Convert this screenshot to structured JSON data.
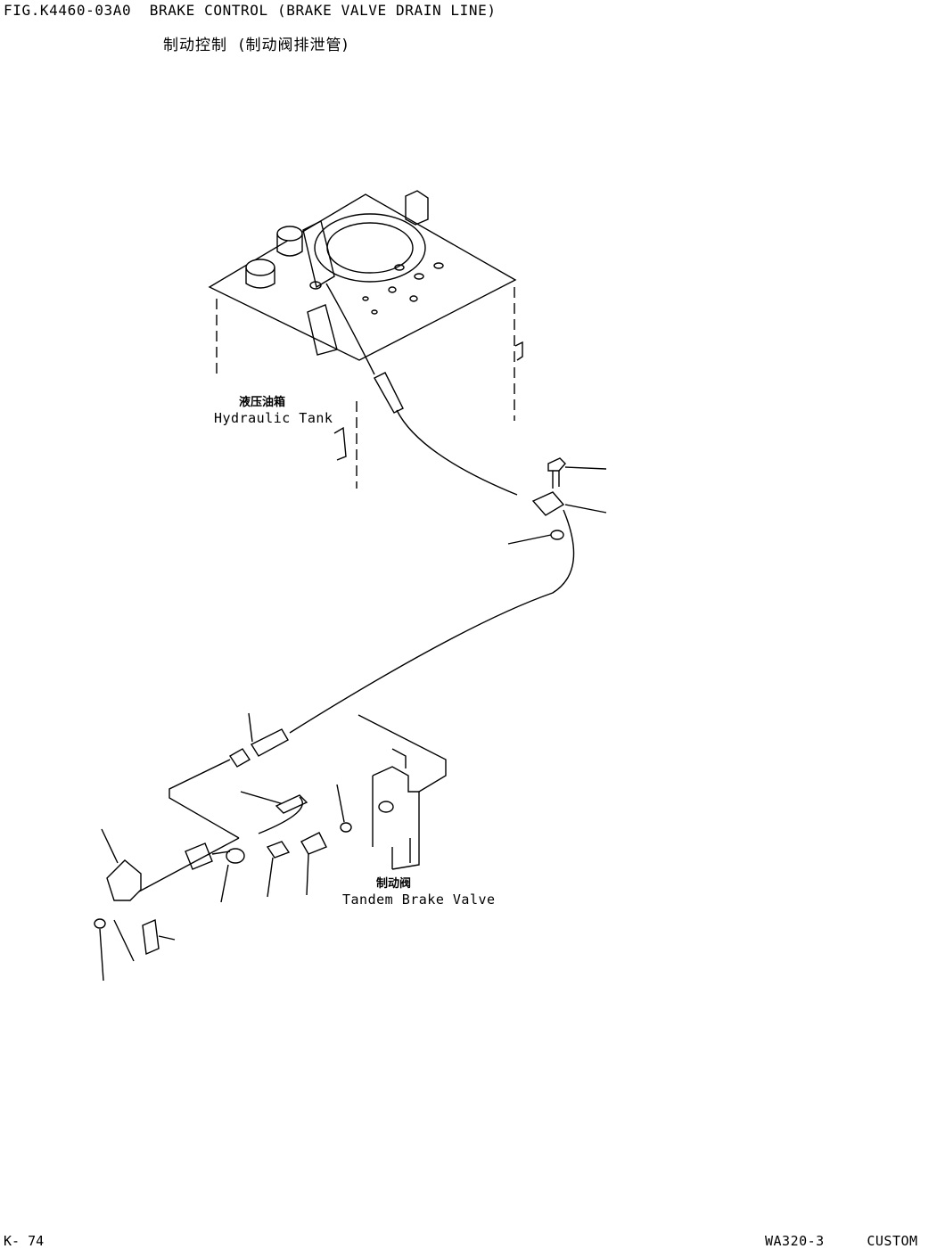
{
  "header": {
    "title_en": "FIG.K4460-03A0  BRAKE CONTROL (BRAKE VALVE DRAIN LINE)",
    "title_cn": "制动控制  (制动阀排泄管)"
  },
  "labels": {
    "hydraulic_tank_cn": "液压油箱",
    "hydraulic_tank_en": "Hydraulic Tank",
    "brake_valve_cn": "制动阀",
    "brake_valve_en": "Tandem Brake Valve"
  },
  "footer": {
    "page": "K- 74",
    "model": "WA320-3     CUSTOM"
  }
}
